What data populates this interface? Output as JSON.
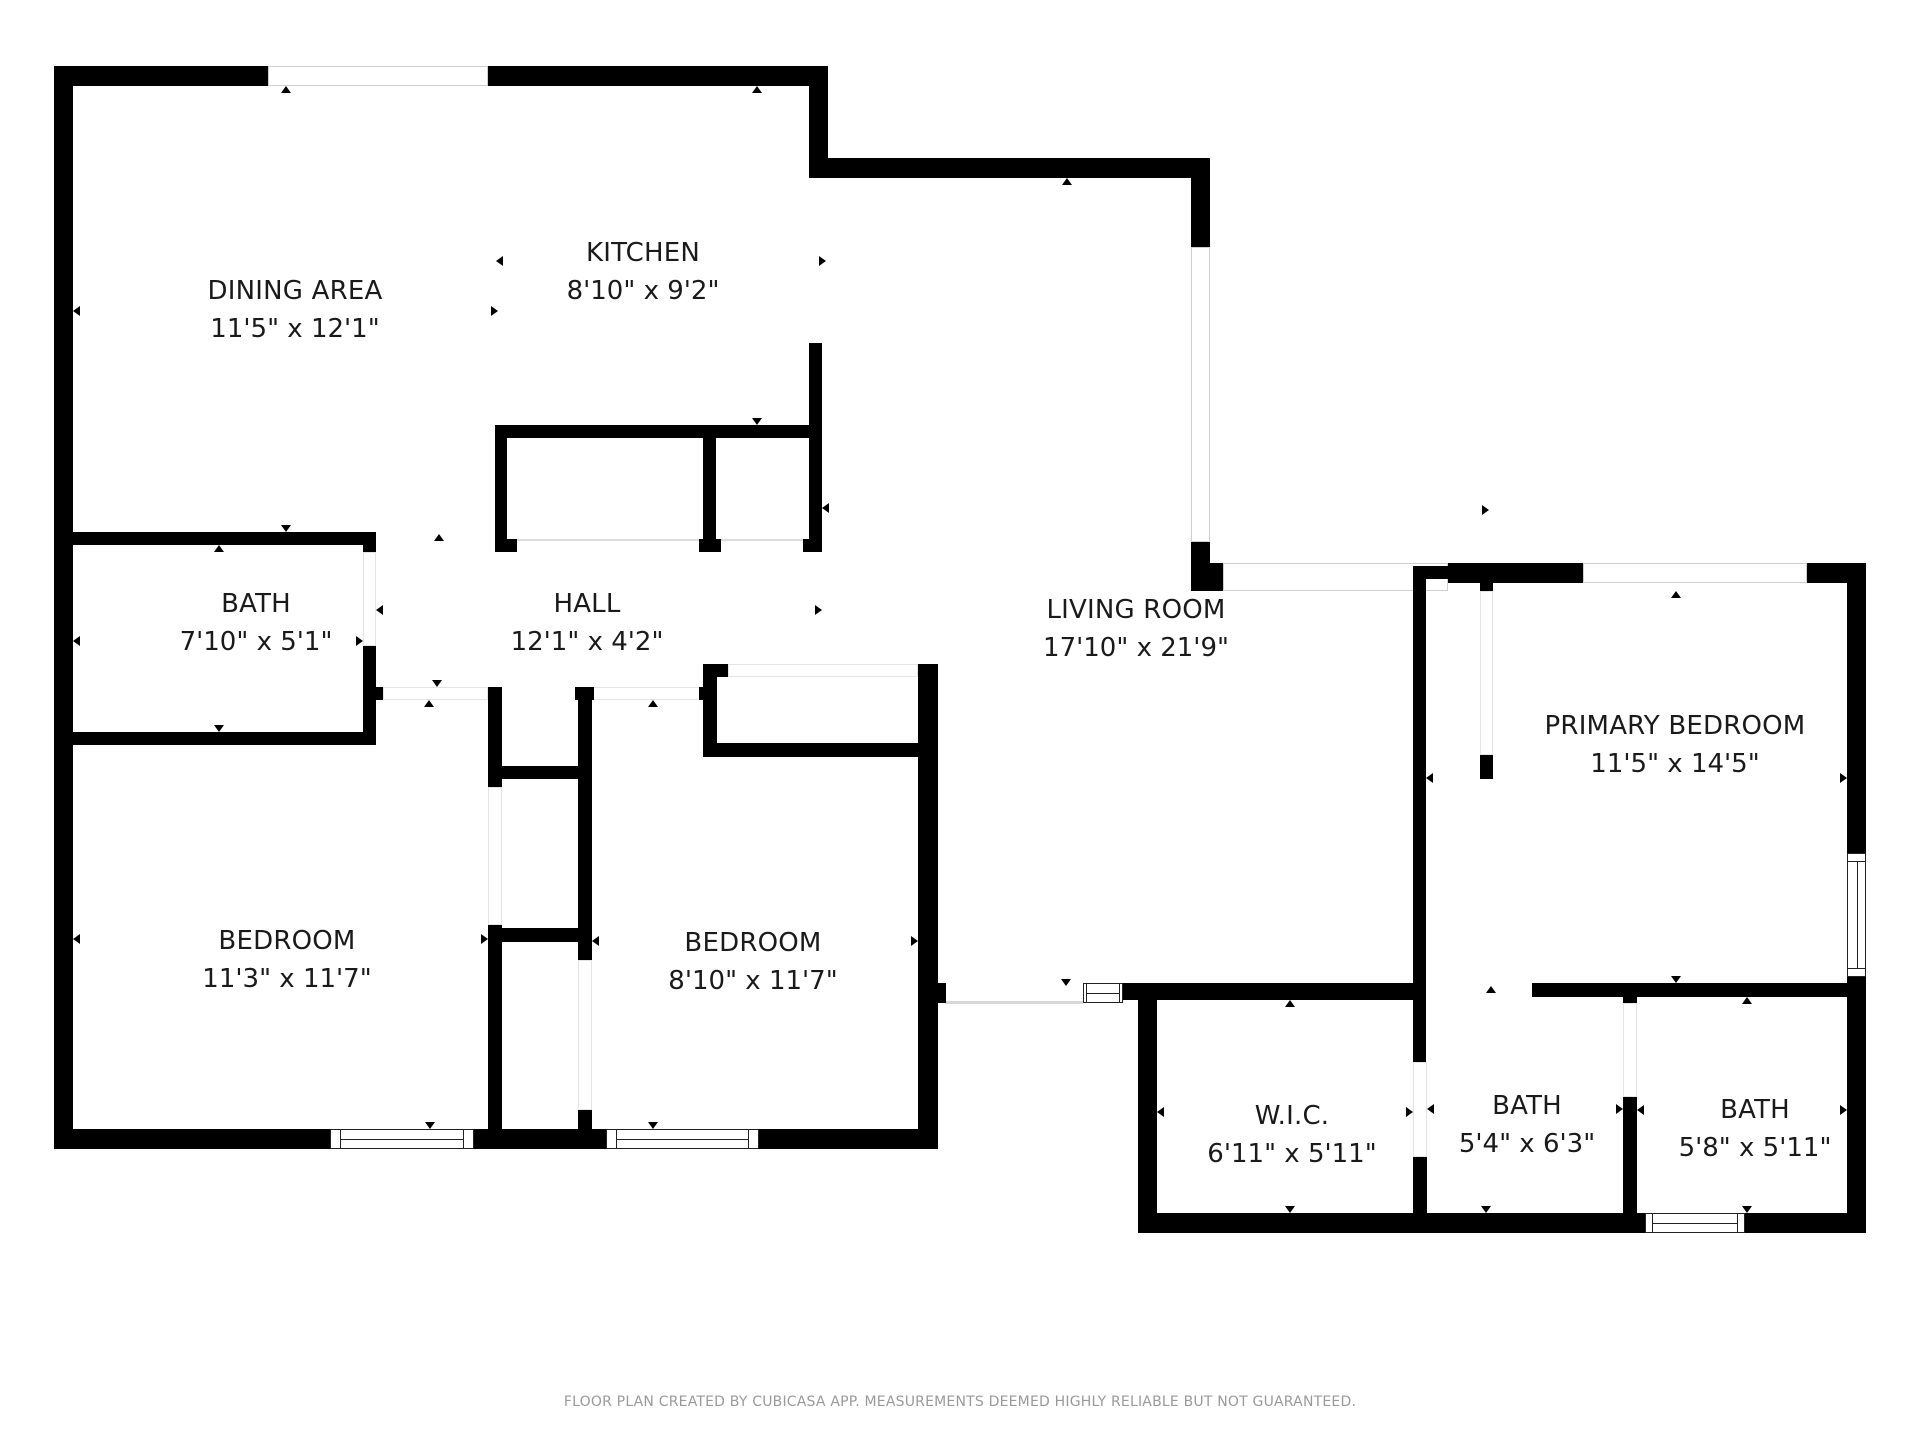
{
  "floor_plan": {
    "rooms": [
      {
        "name": "DINING AREA",
        "dimensions": "11'5\" x 12'1\""
      },
      {
        "name": "KITCHEN",
        "dimensions": "8'10\" x 9'2\""
      },
      {
        "name": "BATH",
        "dimensions": "7'10\" x 5'1\""
      },
      {
        "name": "HALL",
        "dimensions": "12'1\" x 4'2\""
      },
      {
        "name": "LIVING ROOM",
        "dimensions": "17'10\" x 21'9\""
      },
      {
        "name": "PRIMARY BEDROOM",
        "dimensions": "11'5\" x 14'5\""
      },
      {
        "name": "BEDROOM",
        "dimensions": "11'3\" x 11'7\""
      },
      {
        "name": "BEDROOM",
        "dimensions": "8'10\" x 11'7\""
      },
      {
        "name": "W.I.C.",
        "dimensions": "6'11\" x 5'11\""
      },
      {
        "name": "BATH",
        "dimensions": "5'4\" x 6'3\""
      },
      {
        "name": "BATH",
        "dimensions": "5'8\" x 5'11\""
      }
    ],
    "colors": {
      "wall": "#000000",
      "background": "#ffffff",
      "footer_text": "#9a9a9a"
    }
  },
  "footer": {
    "disclaimer": "FLOOR PLAN CREATED BY CUBICASA APP. MEASUREMENTS DEEMED HIGHLY RELIABLE BUT NOT GUARANTEED."
  }
}
